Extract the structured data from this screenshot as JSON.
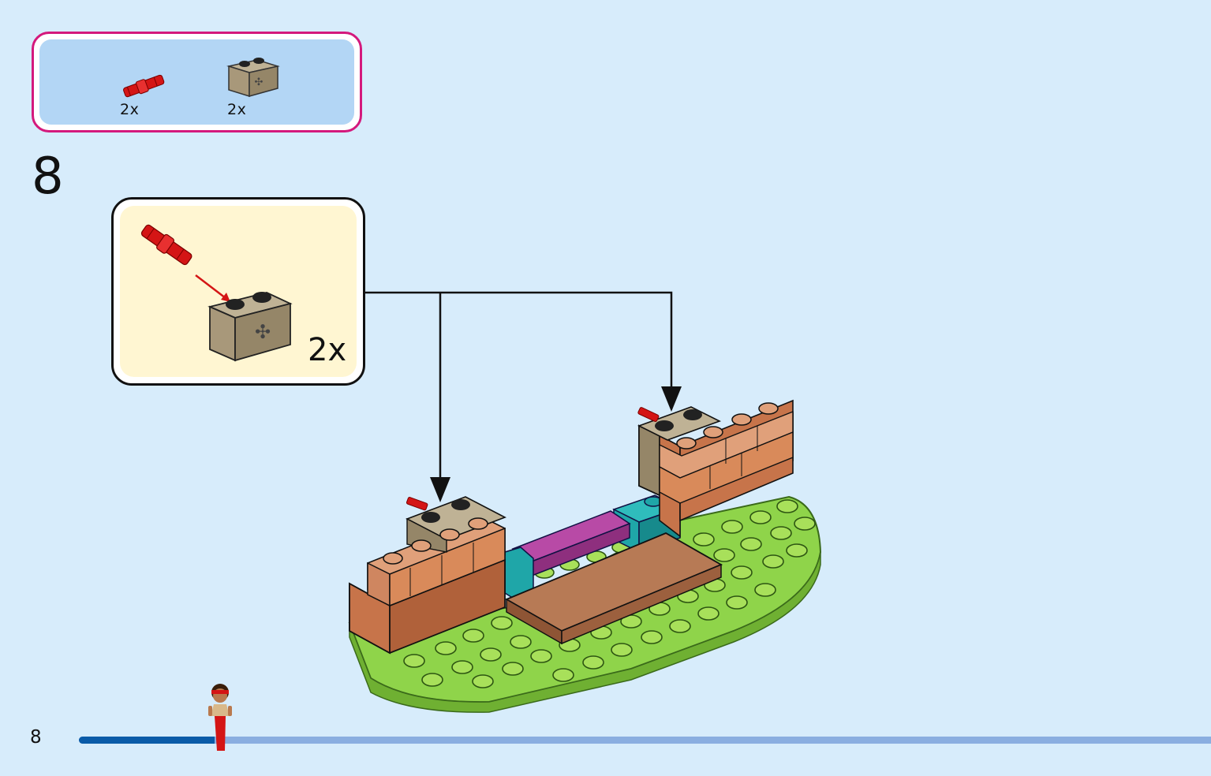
{
  "parts_list": {
    "items": [
      {
        "name": "red-axle-connector",
        "quantity": "2x",
        "color": "#e01a1a"
      },
      {
        "name": "tan-brick-1x2-axle-hole",
        "quantity": "2x",
        "color": "#a8987a"
      }
    ]
  },
  "step": {
    "number": "8",
    "subassembly_quantity": "2x"
  },
  "footer": {
    "page_number": "8",
    "progress": 0.12
  },
  "colors": {
    "background": "#d7ecfb",
    "parts_border": "#d4197c",
    "parts_fill": "#b3d6f5",
    "callout_fill": "#fff6d2",
    "progress_fill": "#0a5ba8",
    "progress_track": "#8aaee0",
    "lime_plate": "#8fd44a",
    "stud_lime": "#a8e05a",
    "brick_orange": "#d98a5a",
    "brick_dark": "#b0613a",
    "teal": "#1fa6a8",
    "magenta": "#a83a96",
    "tan": "#a8987a",
    "red": "#e01a1a"
  }
}
